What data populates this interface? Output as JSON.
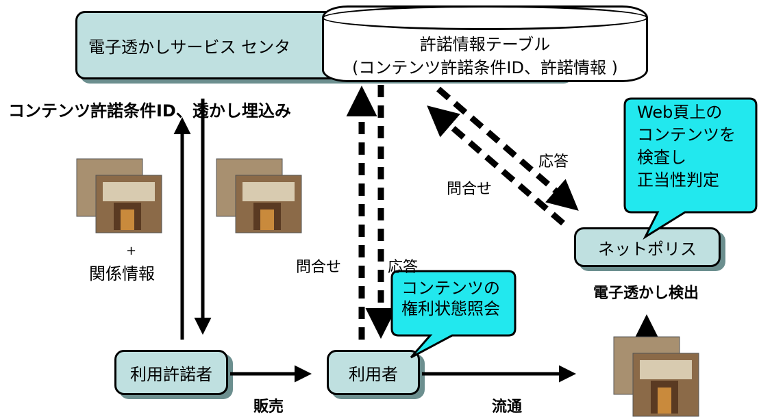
{
  "center": {
    "name": "電子透かしサービス センタ",
    "table_title": "許諾情報テーブル",
    "table_fields": "(コンテンツ許諾条件ID、許諾情報 )"
  },
  "nodes": {
    "licensor": "利用許諾者",
    "user": "利用者",
    "netpolice": "ネットポリス"
  },
  "labels": {
    "embed": "コンテンツ許諾条件ID、透かし埋込み",
    "plus": "+",
    "relation_info": "関係情報",
    "inquiry_user": "問合せ",
    "response_user": "応答",
    "inquiry_np": "問合せ",
    "response_np": "応答",
    "sale": "販売",
    "distribution": "流通",
    "detect": "電子透かし検出"
  },
  "callouts": {
    "netpolice": "Web頁上の\nコンテンツを\n検査し\n正当性判定",
    "user": "コンテンツの\n権利状態照会"
  },
  "colors": {
    "box_fill": "#bfe0e0",
    "callout_fill": "#22e8ee",
    "box_shadow": "#6c8f8f"
  }
}
